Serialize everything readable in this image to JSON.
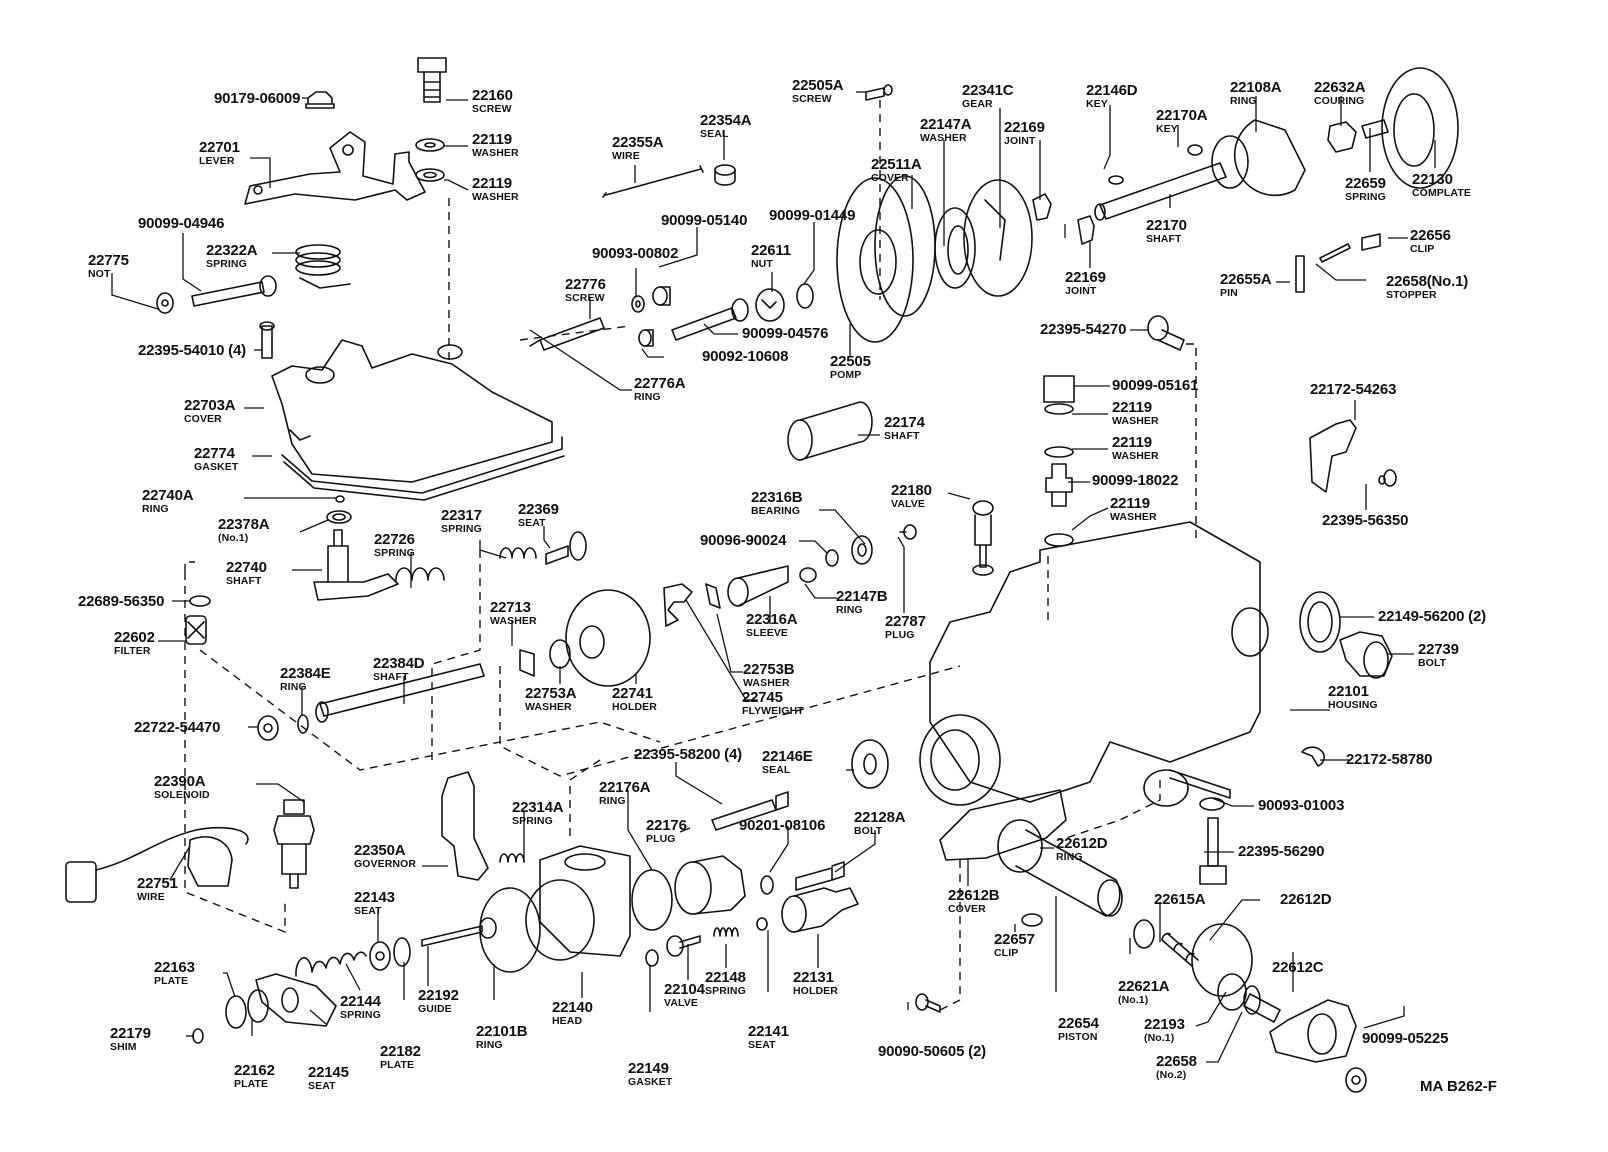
{
  "diagram": {
    "title": "Injection pump exploded parts diagram",
    "reference_code": "MA B262-F",
    "parts": [
      {
        "number": "90179-06009",
        "name": ""
      },
      {
        "number": "22160",
        "name": "SCREW"
      },
      {
        "number": "22701",
        "name": "LEVER"
      },
      {
        "number": "22119",
        "name": "WASHER"
      },
      {
        "number": "22119",
        "name": "WASHER"
      },
      {
        "number": "90099-04946",
        "name": ""
      },
      {
        "number": "22322A",
        "name": "SPRING"
      },
      {
        "number": "22775",
        "name": "NOT"
      },
      {
        "number": "22395-54010 (4)",
        "name": ""
      },
      {
        "number": "22355A",
        "name": "WIRE"
      },
      {
        "number": "22354A",
        "name": "SEAL"
      },
      {
        "number": "22505A",
        "name": "SCREW"
      },
      {
        "number": "22341C",
        "name": "GEAR"
      },
      {
        "number": "22147A",
        "name": "WASHER"
      },
      {
        "number": "22169",
        "name": "JOINT"
      },
      {
        "number": "22511A",
        "name": "COVER"
      },
      {
        "number": "90099-05140",
        "name": ""
      },
      {
        "number": "90099-01449",
        "name": ""
      },
      {
        "number": "90093-00802",
        "name": ""
      },
      {
        "number": "22611",
        "name": "NUT"
      },
      {
        "number": "22776",
        "name": "SCREW"
      },
      {
        "number": "90099-04576",
        "name": ""
      },
      {
        "number": "90092-10608",
        "name": ""
      },
      {
        "number": "22776A",
        "name": "RING"
      },
      {
        "number": "22505",
        "name": "POMP"
      },
      {
        "number": "22146D",
        "name": "KEY"
      },
      {
        "number": "22170A",
        "name": "KEY"
      },
      {
        "number": "22108A",
        "name": "RING"
      },
      {
        "number": "22632A",
        "name": "COURING"
      },
      {
        "number": "22659",
        "name": "SPRING"
      },
      {
        "number": "22130",
        "name": "COMPLATE"
      },
      {
        "number": "22170",
        "name": "SHAFT"
      },
      {
        "number": "22169",
        "name": "JOINT"
      },
      {
        "number": "22656",
        "name": "CLIP"
      },
      {
        "number": "22655A",
        "name": "PIN"
      },
      {
        "number": "22658(No.1)",
        "name": "STOPPER"
      },
      {
        "number": "22395-54270",
        "name": ""
      },
      {
        "number": "22703A",
        "name": "COVER"
      },
      {
        "number": "22774",
        "name": "GASKET"
      },
      {
        "number": "22174",
        "name": "SHAFT"
      },
      {
        "number": "90099-05161",
        "name": ""
      },
      {
        "number": "22119",
        "name": "WASHER"
      },
      {
        "number": "22119",
        "name": "WASHER"
      },
      {
        "number": "90099-18022",
        "name": ""
      },
      {
        "number": "22119",
        "name": "WASHER"
      },
      {
        "number": "22172-54263",
        "name": ""
      },
      {
        "number": "22395-56350",
        "name": ""
      },
      {
        "number": "22740A",
        "name": "RING"
      },
      {
        "number": "22378A",
        "name": "(No.1)"
      },
      {
        "number": "22317",
        "name": "SPRING"
      },
      {
        "number": "22369",
        "name": "SEAT"
      },
      {
        "number": "22726",
        "name": "SPRING"
      },
      {
        "number": "22740",
        "name": "SHAFT"
      },
      {
        "number": "22316B",
        "name": "BEARING"
      },
      {
        "number": "22180",
        "name": "VALVE"
      },
      {
        "number": "90096-90024",
        "name": ""
      },
      {
        "number": "22147B",
        "name": "RING"
      },
      {
        "number": "22316A",
        "name": "SLEEVE"
      },
      {
        "number": "22787",
        "name": "PLUG"
      },
      {
        "number": "22689-56350",
        "name": ""
      },
      {
        "number": "22602",
        "name": "FILTER"
      },
      {
        "number": "22713",
        "name": "WASHER"
      },
      {
        "number": "22753A",
        "name": "WASHER"
      },
      {
        "number": "22741",
        "name": "HOLDER"
      },
      {
        "number": "22753B",
        "name": "WASHER"
      },
      {
        "number": "22384E",
        "name": "RING"
      },
      {
        "number": "22384D",
        "name": "SHAFT"
      },
      {
        "number": "22745",
        "name": "FLYWEIGHT"
      },
      {
        "number": "22722-54470",
        "name": ""
      },
      {
        "number": "22149-56200 (2)",
        "name": ""
      },
      {
        "number": "22739",
        "name": "BOLT"
      },
      {
        "number": "22101",
        "name": "HOUSING"
      },
      {
        "number": "22172-58780",
        "name": ""
      },
      {
        "number": "22395-58200 (4)",
        "name": ""
      },
      {
        "number": "22146E",
        "name": "SEAL"
      },
      {
        "number": "22390A",
        "name": "SOLENOID"
      },
      {
        "number": "22176A",
        "name": "RING"
      },
      {
        "number": "22314A",
        "name": "SPRING"
      },
      {
        "number": "22176",
        "name": "PLUG"
      },
      {
        "number": "90201-08106",
        "name": ""
      },
      {
        "number": "22128A",
        "name": "BOLT"
      },
      {
        "number": "22350A",
        "name": "GOVERNOR"
      },
      {
        "number": "90093-01003",
        "name": ""
      },
      {
        "number": "22612D",
        "name": "RING"
      },
      {
        "number": "22395-56290",
        "name": ""
      },
      {
        "number": "22751",
        "name": "WIRE"
      },
      {
        "number": "22143",
        "name": "SEAT"
      },
      {
        "number": "22612B",
        "name": "COVER"
      },
      {
        "number": "22615A",
        "name": ""
      },
      {
        "number": "22612D",
        "name": ""
      },
      {
        "number": "22657",
        "name": "CLIP"
      },
      {
        "number": "22163",
        "name": "PLATE"
      },
      {
        "number": "22144",
        "name": "SPRING"
      },
      {
        "number": "22192",
        "name": "GUIDE"
      },
      {
        "number": "22140",
        "name": "HEAD"
      },
      {
        "number": "22104",
        "name": "VALVE"
      },
      {
        "number": "22148",
        "name": "SPRING"
      },
      {
        "number": "22131",
        "name": "HOLDER"
      },
      {
        "number": "22612C",
        "name": ""
      },
      {
        "number": "22621A",
        "name": "(No.1)"
      },
      {
        "number": "22179",
        "name": "SHIM"
      },
      {
        "number": "22182",
        "name": "PLATE"
      },
      {
        "number": "22101B",
        "name": "RING"
      },
      {
        "number": "22149",
        "name": "GASKET"
      },
      {
        "number": "22141",
        "name": "SEAT"
      },
      {
        "number": "90090-50605 (2)",
        "name": ""
      },
      {
        "number": "22654",
        "name": "PISTON"
      },
      {
        "number": "22193",
        "name": "(No.1)"
      },
      {
        "number": "22658",
        "name": "(No.2)"
      },
      {
        "number": "22162",
        "name": "PLATE"
      },
      {
        "number": "22145",
        "name": "SEAT"
      },
      {
        "number": "90099-05225",
        "name": ""
      }
    ]
  }
}
